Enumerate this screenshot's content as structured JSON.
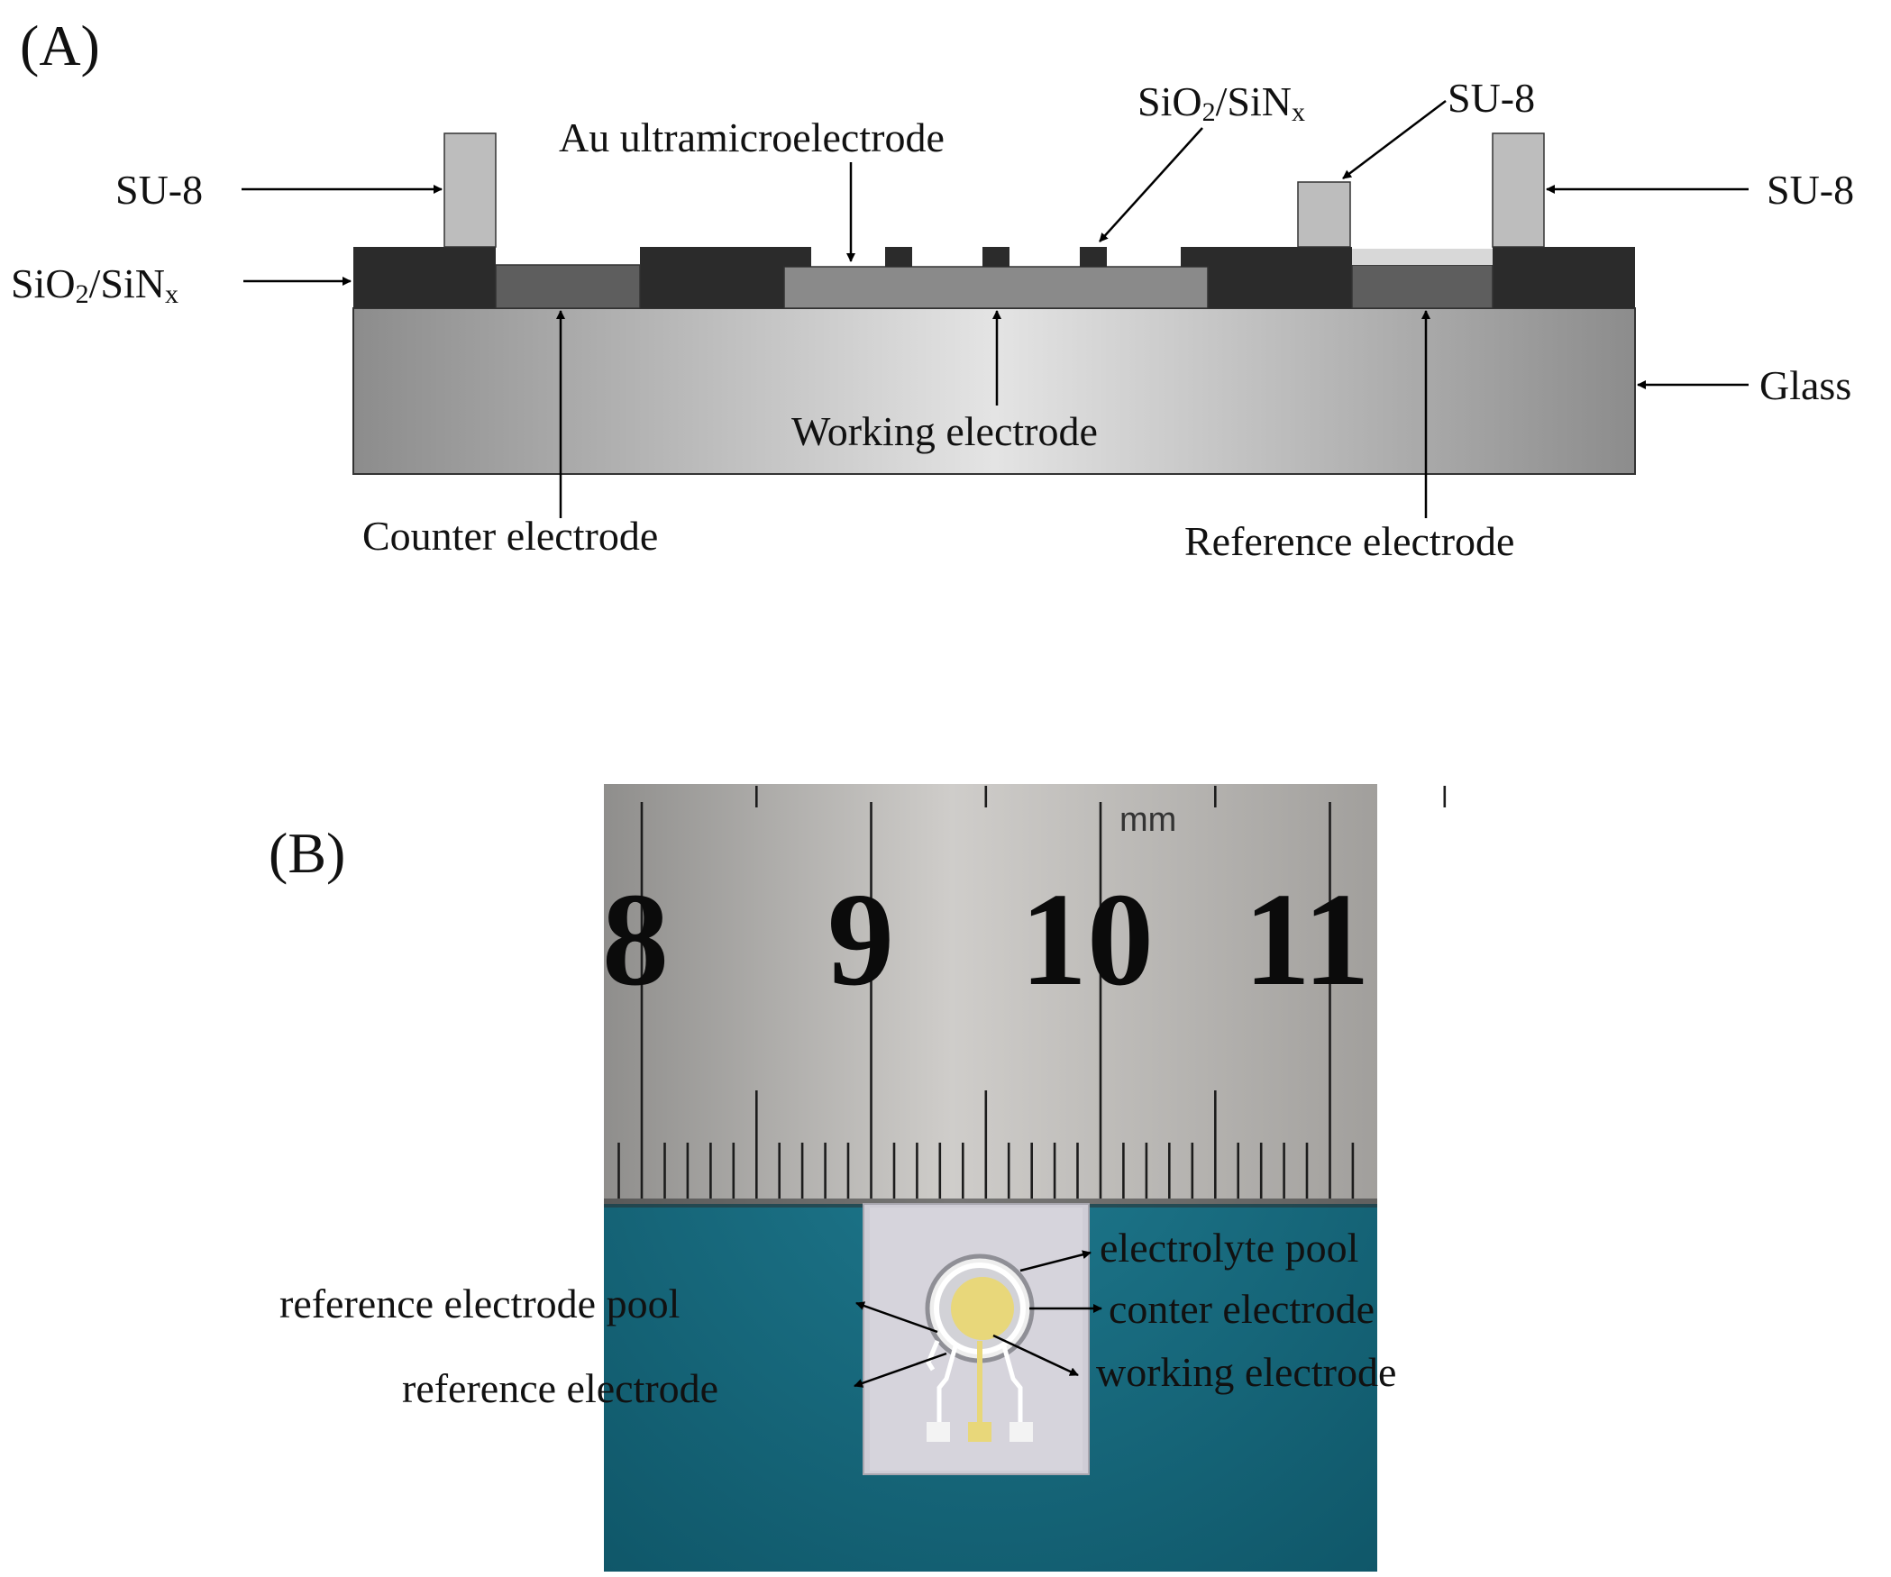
{
  "panel_a": {
    "label": "(A)",
    "labels": {
      "su8_left": "SU-8",
      "sio2_left_main": "SiO",
      "sio2_left_sub": "2",
      "sio2_left_mid": "/SiN",
      "sio2_left_subx": "x",
      "au_ume": "Au ultramicroelectrode",
      "sio2_top_main": "SiO",
      "sio2_top_sub": "2",
      "sio2_top_mid": "/SiN",
      "sio2_top_subx": "x",
      "su8_top": "SU-8",
      "su8_right": "SU-8",
      "glass": "Glass",
      "working": "Working electrode",
      "counter": "Counter electrode",
      "reference": "Reference electrode"
    },
    "colors": {
      "insulator": "#2b2b2b",
      "electrode": "#5e5e5e",
      "working_electrode": "#8a8a8a",
      "su8": "#bdbdbd",
      "glass_center": "#e4e4e4",
      "glass_edge": "#8c8c8c"
    }
  },
  "panel_b": {
    "label": "(B)",
    "ruler_unit": "mm",
    "ruler_numbers": [
      "8",
      "9",
      "10",
      "11"
    ],
    "labels": {
      "electrolyte_pool": "electrolyte pool",
      "conter_electrode": "conter electrode",
      "working_electrode": "working electrode",
      "reference_pool": "reference electrode pool",
      "reference_electrode": "reference electrode"
    },
    "colors": {
      "ruler": "#b9b7b4",
      "background": "#17647a",
      "chip": "#cfcdd6",
      "gold": "#e8d77a"
    }
  }
}
